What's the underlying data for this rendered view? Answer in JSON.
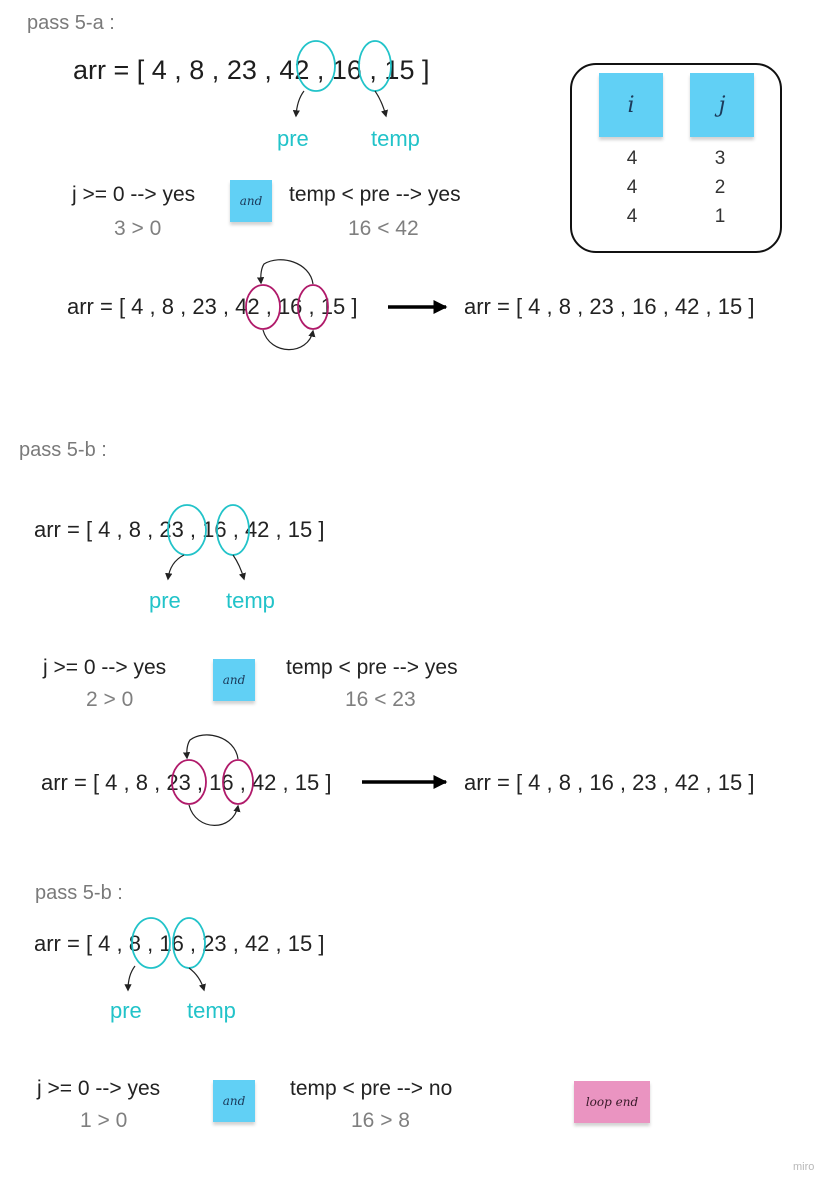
{
  "pass_a": {
    "heading": "pass 5-a :",
    "array_line": "arr = [ 4 , 8 , 23 , 42 , 16 , 15 ]",
    "pre_label": "pre",
    "temp_label": "temp",
    "cond_left": "j >= 0 --> yes",
    "cond_left_sub": "3 > 0",
    "and_label": "and",
    "cond_right": "temp < pre --> yes",
    "cond_right_sub": "16 < 42",
    "swap_before": "arr = [ 4 , 8 , 23 , 42 , 16 , 15 ]",
    "swap_after": "arr = [ 4 , 8 , 23 , 16 , 42 , 15 ]"
  },
  "ij_table": {
    "header_i": "i",
    "header_j": "j",
    "rows": [
      {
        "i": "4",
        "j": "3"
      },
      {
        "i": "4",
        "j": "2"
      },
      {
        "i": "4",
        "j": "1"
      }
    ]
  },
  "pass_b": {
    "heading": "pass 5-b :",
    "array_line": "arr = [ 4 , 8 , 23 , 16 , 42 , 15 ]",
    "pre_label": "pre",
    "temp_label": "temp",
    "cond_left": "j >= 0 --> yes",
    "cond_left_sub": "2 > 0",
    "and_label": "and",
    "cond_right": "temp < pre --> yes",
    "cond_right_sub": "16 < 23",
    "swap_before": "arr = [ 4 , 8 , 23 , 16 , 42 , 15 ]",
    "swap_after": "arr = [ 4 , 8 , 16 , 23 , 42 , 15 ]"
  },
  "pass_c": {
    "heading": "pass 5-b :",
    "array_line": "arr = [ 4 , 8 , 16 , 23 , 42 , 15 ]",
    "pre_label": "pre",
    "temp_label": "temp",
    "cond_left": "j >= 0 --> yes",
    "cond_left_sub": "1 > 0",
    "and_label": "and",
    "cond_right": "temp < pre --> no",
    "cond_right_sub": "16 > 8",
    "end_label": "loop end"
  },
  "watermark": "miro",
  "colors": {
    "teal": "#22c3c9",
    "magenta": "#b01a6a",
    "sticky_blue": "#61d0f5",
    "sticky_pink": "#ea94c1"
  }
}
